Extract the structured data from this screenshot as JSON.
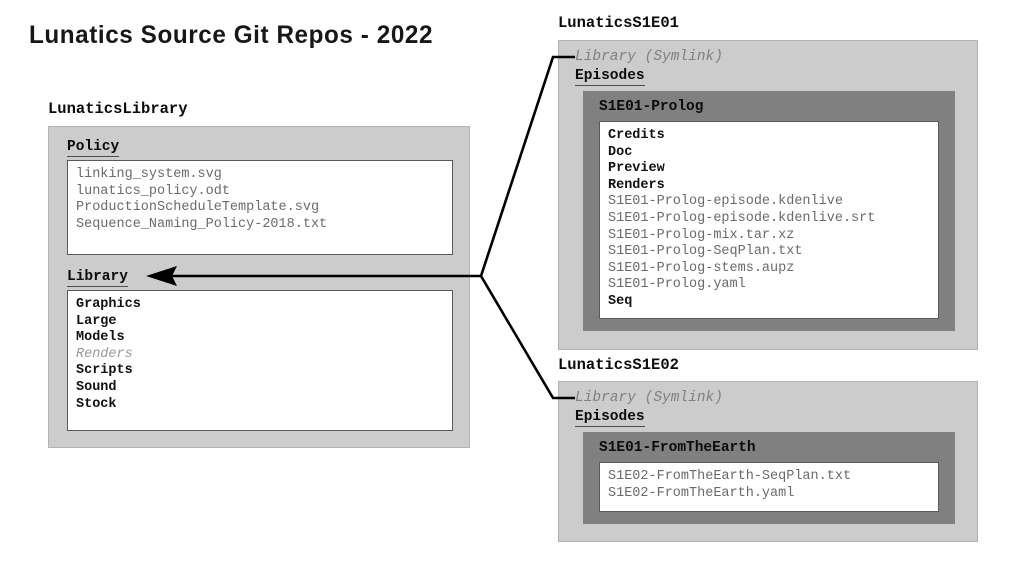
{
  "title": "Lunatics Source Git Repos - 2022",
  "repos": [
    {
      "id": "lunatics-library",
      "label": "LunaticsLibrary",
      "sections": [
        {
          "id": "policy",
          "heading": "Policy",
          "entries": [
            {
              "name": "linking_system.svg",
              "kind": "file"
            },
            {
              "name": "lunatics_policy.odt",
              "kind": "file"
            },
            {
              "name": "ProductionScheduleTemplate.svg",
              "kind": "file"
            },
            {
              "name": "Sequence_Naming_Policy-2018.txt",
              "kind": "file"
            }
          ]
        },
        {
          "id": "library",
          "heading": "Library",
          "entries": [
            {
              "name": "Graphics",
              "kind": "folder"
            },
            {
              "name": "Large",
              "kind": "folder"
            },
            {
              "name": "Models",
              "kind": "folder"
            },
            {
              "name": "Renders",
              "kind": "ghost"
            },
            {
              "name": "Scripts",
              "kind": "folder"
            },
            {
              "name": "Sound",
              "kind": "folder"
            },
            {
              "name": "Stock",
              "kind": "folder"
            }
          ]
        }
      ]
    },
    {
      "id": "lunatics-s1e01",
      "label": "LunaticsS1E01",
      "symlink": "Library (Symlink)",
      "episodes_heading": "Episodes",
      "episode": {
        "id": "s1e01-prolog",
        "title": "S1E01-Prolog",
        "entries": [
          {
            "name": "Credits",
            "kind": "folder"
          },
          {
            "name": "Doc",
            "kind": "folder"
          },
          {
            "name": "Preview",
            "kind": "folder"
          },
          {
            "name": "Renders",
            "kind": "folder"
          },
          {
            "name": "S1E01-Prolog-episode.kdenlive",
            "kind": "file"
          },
          {
            "name": "S1E01-Prolog-episode.kdenlive.srt",
            "kind": "file"
          },
          {
            "name": "S1E01-Prolog-mix.tar.xz",
            "kind": "file"
          },
          {
            "name": "S1E01-Prolog-SeqPlan.txt",
            "kind": "file"
          },
          {
            "name": "S1E01-Prolog-stems.aupz",
            "kind": "file"
          },
          {
            "name": "S1E01-Prolog.yaml",
            "kind": "file"
          },
          {
            "name": "Seq",
            "kind": "folder"
          }
        ]
      }
    },
    {
      "id": "lunatics-s1e02",
      "label": "LunaticsS1E02",
      "symlink": "Library (Symlink)",
      "episodes_heading": "Episodes",
      "episode": {
        "id": "s1e01-fromtheearth",
        "title": "S1E01-FromTheEarth",
        "entries": [
          {
            "name": "S1E02-FromTheEarth-SeqPlan.txt",
            "kind": "file"
          },
          {
            "name": "S1E02-FromTheEarth.yaml",
            "kind": "file"
          }
        ]
      }
    }
  ],
  "connector": {
    "name": "symlink-connector",
    "description": "Arrow from the two episode repo Library symlinks to the shared LunaticsLibrary Library folder",
    "arrow_target": "Library"
  },
  "colors": {
    "page_background": "#ffffff",
    "repo_box": "#cccccc",
    "episode_box": "#808080",
    "listing_background": "#ffffff",
    "folder_text": "#111111",
    "file_text": "#6a6a6a",
    "ghost_text": "#9a9a9a",
    "line": "#000000"
  }
}
